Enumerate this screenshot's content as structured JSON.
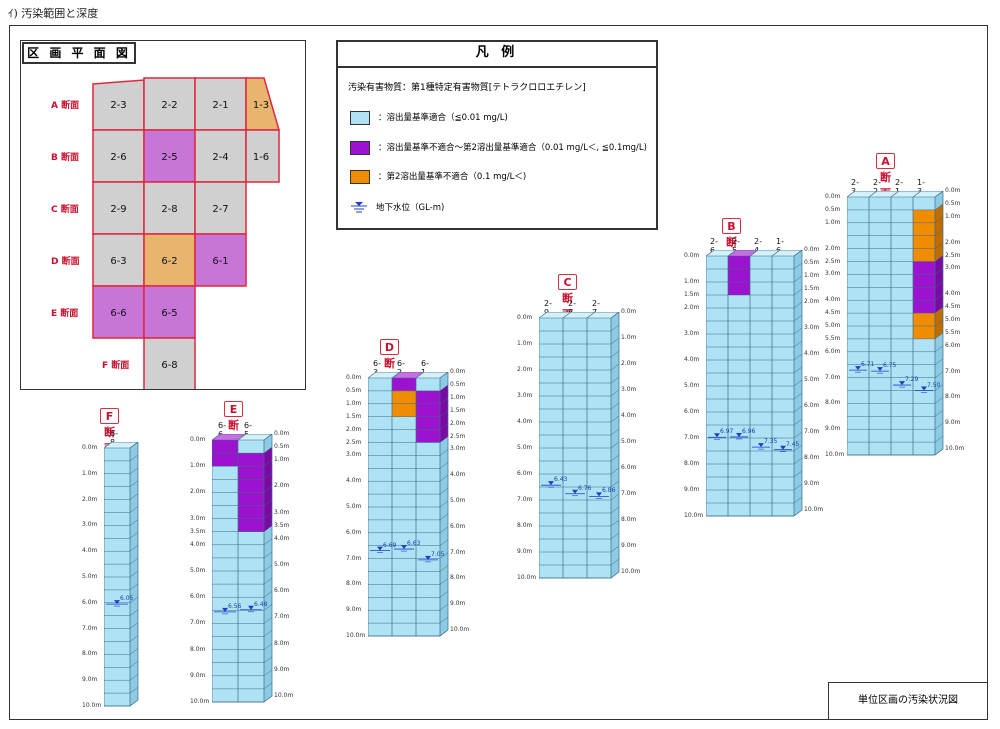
{
  "heading": "ｲ)  汚染範囲と深度",
  "footer": "単位区画の汚染状況図",
  "plan": {
    "title": "区 画 平 面 図",
    "row_labels": [
      "A 断面",
      "B 断面",
      "C 断面",
      "D 断面",
      "E 断面",
      "F 断面"
    ],
    "cells": [
      {
        "label": "2-3",
        "status": "compliant"
      },
      {
        "label": "2-2",
        "status": "compliant"
      },
      {
        "label": "2-1",
        "status": "compliant"
      },
      {
        "label": "1-3",
        "status": "severe"
      },
      {
        "label": "2-6",
        "status": "compliant"
      },
      {
        "label": "2-5",
        "status": "moderate"
      },
      {
        "label": "2-4",
        "status": "compliant"
      },
      {
        "label": "1-6",
        "status": "compliant"
      },
      {
        "label": "2-9",
        "status": "compliant"
      },
      {
        "label": "2-8",
        "status": "compliant"
      },
      {
        "label": "2-7",
        "status": "compliant"
      },
      {
        "label": "6-3",
        "status": "compliant"
      },
      {
        "label": "6-2",
        "status": "severe"
      },
      {
        "label": "6-1",
        "status": "moderate"
      },
      {
        "label": "6-6",
        "status": "moderate"
      },
      {
        "label": "6-5",
        "status": "moderate"
      },
      {
        "label": "6-8",
        "status": "compliant"
      }
    ],
    "status_colors": {
      "compliant": "#d0d0d0",
      "moderate": "#c875d8",
      "severe": "#e8b56e"
    },
    "border_color": "#e0263f"
  },
  "legend": {
    "title": "凡 例",
    "subject": "汚染有害物質：第1種特定有害物質[テトラクロロエチレン]",
    "items": [
      {
        "text": "：溶出量基準適合（≦0.01 mg/L)",
        "color": "#aee3f5"
      },
      {
        "text": "：溶出量基準不適合～第2溶出量基準適合（0.01 mg/L＜, ≦0.1mg/L)",
        "color": "#9b12cf"
      },
      {
        "text": "：第2溶出量基準不適合（0.1 mg/L＜)",
        "color": "#f08c00"
      }
    ],
    "water_text": "地下水位（GL-m)"
  },
  "palette": {
    "compliant": "#aee3f5",
    "compliant_top": "#d4f0fa",
    "compliant_side": "#8ccbe3",
    "moderate": "#9b12cf",
    "moderate_top": "#c86fe6",
    "moderate_side": "#7a0aa3",
    "severe": "#f08c00",
    "severe_top": "#f8c060",
    "severe_side": "#c06d00",
    "edge": "#3d6b85",
    "water": "#1c3fc8"
  },
  "sections": [
    {
      "name": "A 断面",
      "columns": [
        "2-3",
        "2-2",
        "2-1",
        "1-3"
      ],
      "max_depth_m": 10,
      "left_depth_labels": [
        "0.0m",
        "0.5m",
        "1.0m",
        "2.0m",
        "2.5m",
        "3.0m",
        "4.0m",
        "4.5m",
        "5.0m",
        "5.5m",
        "6.0m",
        "7.0m",
        "8.0m",
        "9.0m",
        "10.0m"
      ],
      "right_depth_labels": [
        "0.0m",
        "0.5m",
        "1.0m",
        "2.0m",
        "2.5m",
        "3.0m",
        "4.0m",
        "4.5m",
        "5.0m",
        "5.5m",
        "6.0m",
        "7.0m",
        "8.0m",
        "9.0m",
        "10.0m"
      ],
      "contamination": [
        {
          "column": 3,
          "from_m": 0.5,
          "to_m": 2.5,
          "level": "severe"
        },
        {
          "column": 3,
          "from_m": 2.5,
          "to_m": 4.5,
          "level": "moderate"
        },
        {
          "column": 3,
          "from_m": 4.5,
          "to_m": 5.5,
          "level": "severe"
        }
      ],
      "water_levels": [
        {
          "column": 0,
          "depth_m": 6.71,
          "text": "6.71"
        },
        {
          "column": 1,
          "depth_m": 6.75,
          "text": "6.75"
        },
        {
          "column": 2,
          "depth_m": 7.29,
          "text": "7.29"
        },
        {
          "column": 3,
          "depth_m": 7.5,
          "text": "7.50"
        }
      ]
    },
    {
      "name": "B 断面",
      "columns": [
        "2-6",
        "2-5",
        "2-4",
        "1-6"
      ],
      "max_depth_m": 10,
      "left_depth_labels": [
        "0.0m",
        "1.0m",
        "1.5m",
        "2.0m",
        "3.0m",
        "4.0m",
        "5.0m",
        "6.0m",
        "7.0m",
        "8.0m",
        "9.0m",
        "10.0m"
      ],
      "right_depth_labels": [
        "0.0m",
        "0.5m",
        "1.0m",
        "1.5m",
        "2.0m",
        "3.0m",
        "4.0m",
        "5.0m",
        "6.0m",
        "7.0m",
        "8.0m",
        "9.0m",
        "10.0m"
      ],
      "contamination": [
        {
          "column": 1,
          "from_m": 0.0,
          "to_m": 1.5,
          "level": "moderate"
        }
      ],
      "water_levels": [
        {
          "column": 0,
          "depth_m": 6.97,
          "text": "6.97"
        },
        {
          "column": 1,
          "depth_m": 6.96,
          "text": "6.96"
        },
        {
          "column": 2,
          "depth_m": 7.35,
          "text": "7.35"
        },
        {
          "column": 3,
          "depth_m": 7.45,
          "text": "7.45"
        }
      ]
    },
    {
      "name": "C 断面",
      "columns": [
        "2-9",
        "2-8",
        "2-7"
      ],
      "max_depth_m": 10,
      "left_depth_labels": [
        "0.0m",
        "1.0m",
        "2.0m",
        "3.0m",
        "4.0m",
        "5.0m",
        "6.0m",
        "7.0m",
        "8.0m",
        "9.0m",
        "10.0m"
      ],
      "right_depth_labels": [
        "0.0m",
        "1.0m",
        "2.0m",
        "3.0m",
        "4.0m",
        "5.0m",
        "6.0m",
        "7.0m",
        "8.0m",
        "9.0m",
        "10.0m"
      ],
      "contamination": [],
      "water_levels": [
        {
          "column": 0,
          "depth_m": 6.43,
          "text": "6.43"
        },
        {
          "column": 1,
          "depth_m": 6.76,
          "text": "6.76"
        },
        {
          "column": 2,
          "depth_m": 6.86,
          "text": "6.86"
        }
      ]
    },
    {
      "name": "D 断面",
      "columns": [
        "6-3",
        "6-2",
        "6-1"
      ],
      "max_depth_m": 10,
      "left_depth_labels": [
        "0.0m",
        "0.5m",
        "1.0m",
        "1.5m",
        "2.0m",
        "2.5m",
        "3.0m",
        "4.0m",
        "5.0m",
        "6.0m",
        "7.0m",
        "8.0m",
        "9.0m",
        "10.0m"
      ],
      "right_depth_labels": [
        "0.0m",
        "0.5m",
        "1.0m",
        "1.5m",
        "2.0m",
        "2.5m",
        "3.0m",
        "4.0m",
        "5.0m",
        "6.0m",
        "7.0m",
        "8.0m",
        "9.0m",
        "10.0m"
      ],
      "contamination": [
        {
          "column": 1,
          "from_m": 0.0,
          "to_m": 0.5,
          "level": "moderate"
        },
        {
          "column": 1,
          "from_m": 0.5,
          "to_m": 1.5,
          "level": "severe"
        },
        {
          "column": 2,
          "from_m": 0.5,
          "to_m": 2.5,
          "level": "moderate"
        }
      ],
      "water_levels": [
        {
          "column": 0,
          "depth_m": 6.69,
          "text": "6.69"
        },
        {
          "column": 1,
          "depth_m": 6.63,
          "text": "6.63"
        },
        {
          "column": 2,
          "depth_m": 7.05,
          "text": "7.05"
        }
      ]
    },
    {
      "name": "E 断面",
      "columns": [
        "6-6",
        "6-5"
      ],
      "max_depth_m": 10,
      "left_depth_labels": [
        "0.0m",
        "1.0m",
        "2.0m",
        "3.0m",
        "3.5m",
        "4.0m",
        "5.0m",
        "6.0m",
        "7.0m",
        "8.0m",
        "9.0m",
        "10.0m"
      ],
      "right_depth_labels": [
        "0.0m",
        "0.5m",
        "1.0m",
        "2.0m",
        "3.0m",
        "3.5m",
        "4.0m",
        "5.0m",
        "6.0m",
        "7.0m",
        "8.0m",
        "9.0m",
        "10.0m"
      ],
      "contamination": [
        {
          "column": 0,
          "from_m": 0.0,
          "to_m": 1.0,
          "level": "moderate"
        },
        {
          "column": 1,
          "from_m": 0.5,
          "to_m": 3.5,
          "level": "moderate"
        }
      ],
      "water_levels": [
        {
          "column": 0,
          "depth_m": 6.56,
          "text": "6.56"
        },
        {
          "column": 1,
          "depth_m": 6.48,
          "text": "6.48"
        }
      ]
    },
    {
      "name": "F 断面",
      "columns": [
        "6-8"
      ],
      "max_depth_m": 10,
      "left_depth_labels": [
        "0.0m",
        "1.0m",
        "2.0m",
        "3.0m",
        "4.0m",
        "5.0m",
        "6.0m",
        "7.0m",
        "8.0m",
        "9.0m",
        "10.0m"
      ],
      "right_depth_labels": [],
      "contamination": [],
      "water_levels": [
        {
          "column": 0,
          "depth_m": 6.05,
          "text": "6.05"
        }
      ]
    }
  ]
}
